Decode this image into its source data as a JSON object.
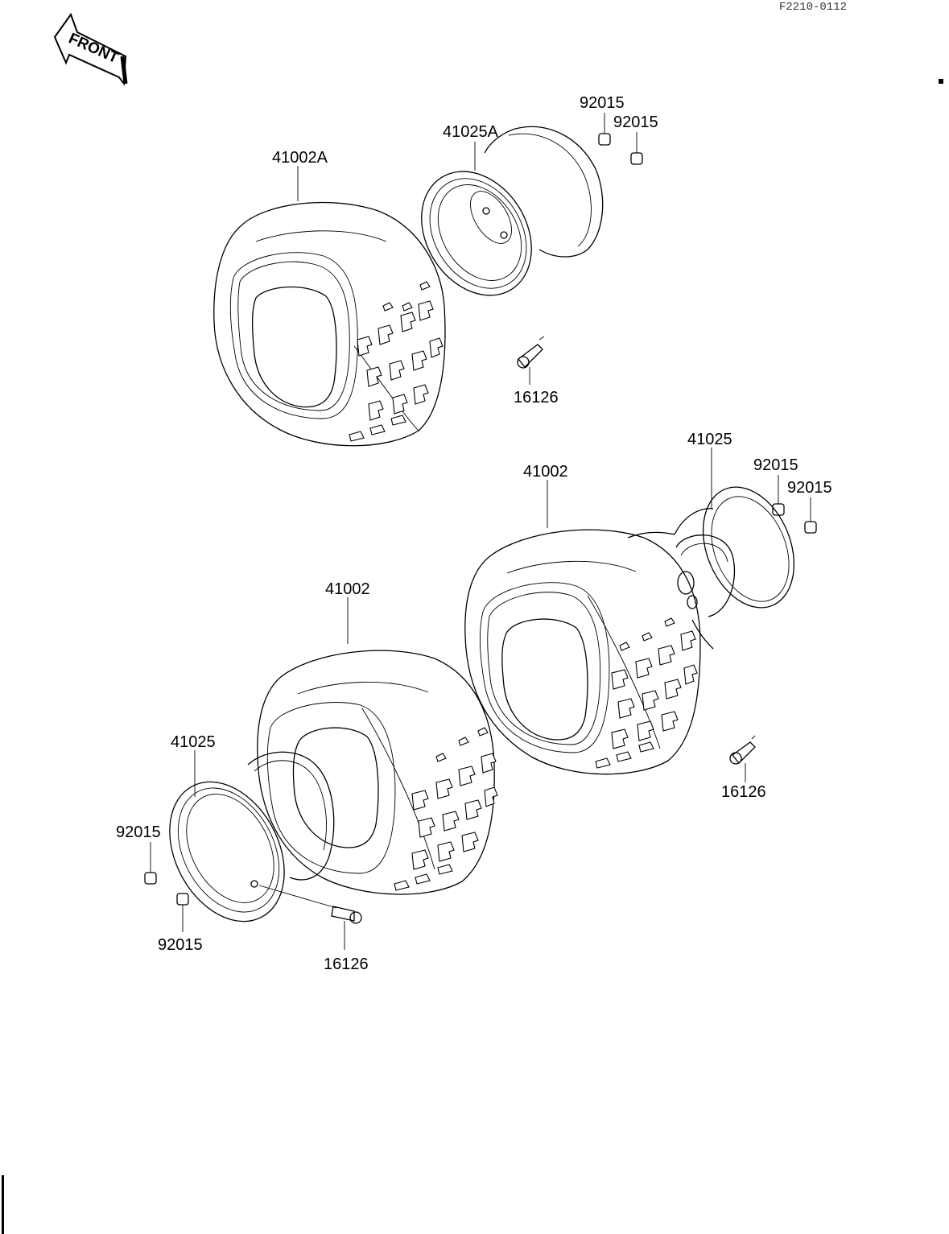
{
  "diagram_code": "F2210-0112",
  "front_label": "FRONT",
  "colors": {
    "ink": "#000000",
    "paper": "#ffffff"
  },
  "parts": {
    "rear_tire_41002A": "41002A",
    "rear_wheel_41025A": "41025A",
    "rear_nut_a": "92015",
    "rear_nut_b": "92015",
    "rear_valve": "16126",
    "front_right_wheel": "41025",
    "front_right_tire": "41002",
    "front_right_nut_a": "92015",
    "front_right_nut_b": "92015",
    "front_right_valve": "16126",
    "front_left_tire": "41002",
    "front_left_wheel": "41025",
    "front_left_nut_a": "92015",
    "front_left_nut_b": "92015",
    "front_left_valve": "16126"
  }
}
